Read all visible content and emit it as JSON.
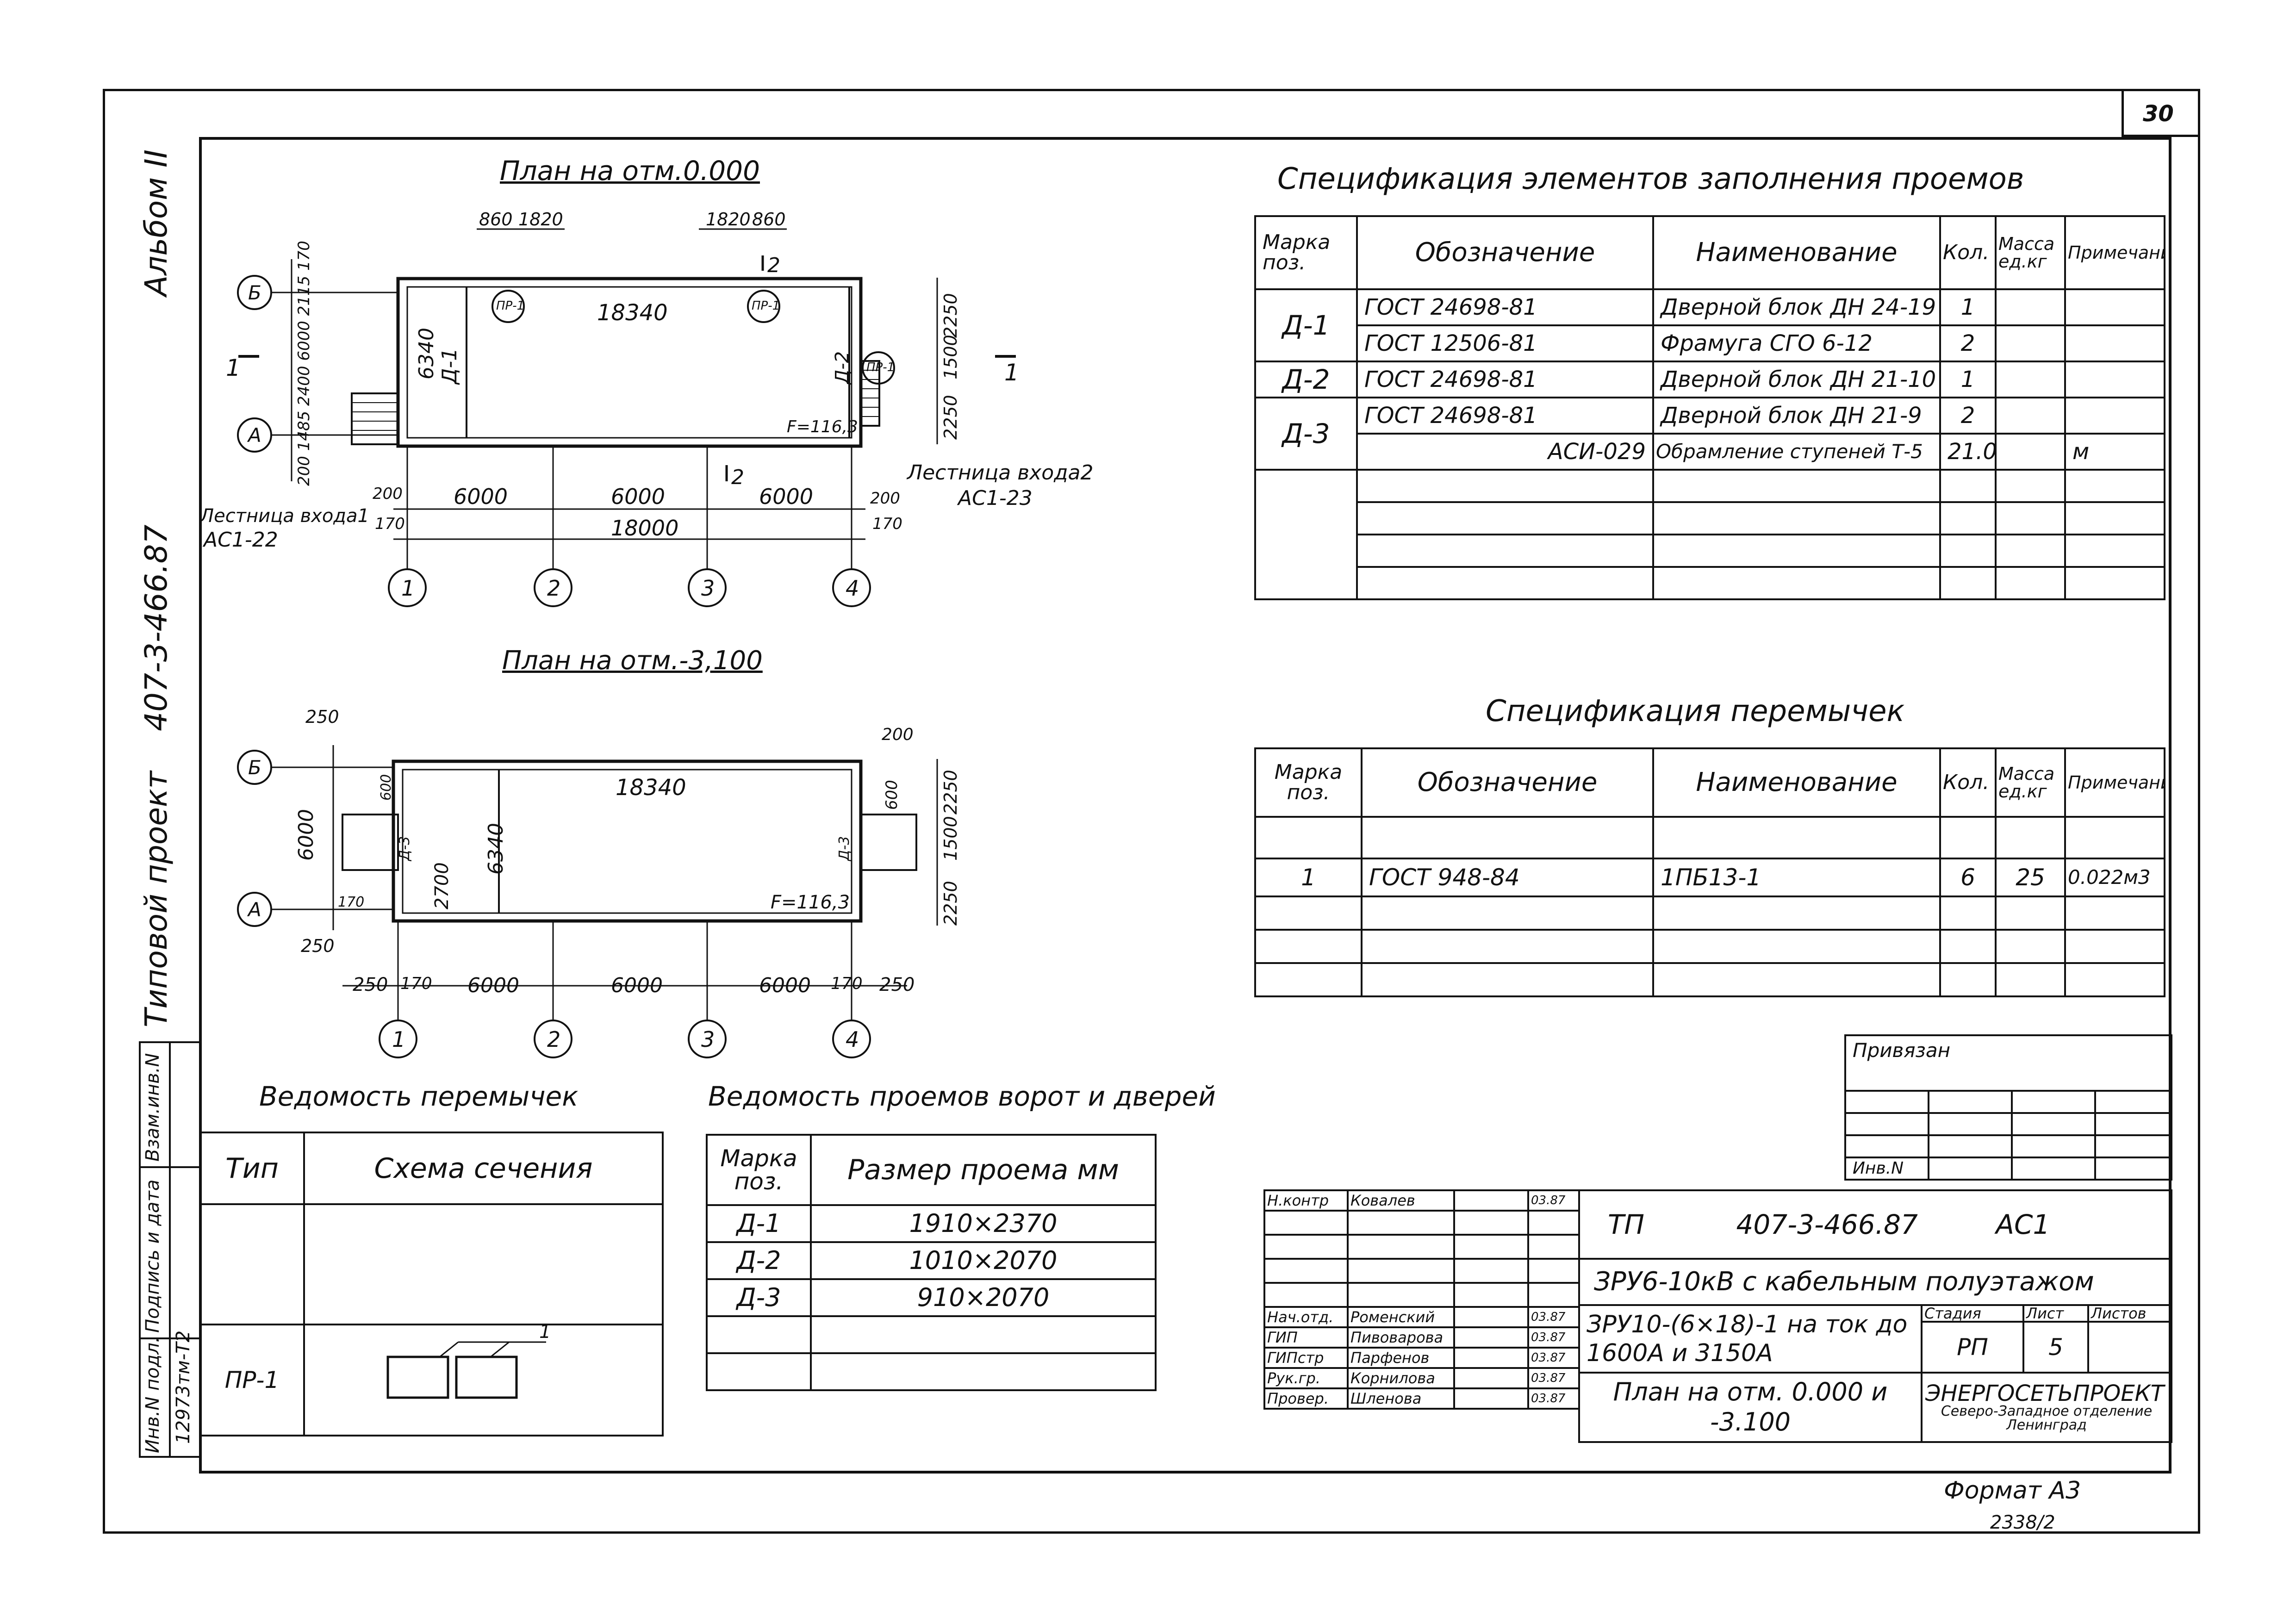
{
  "sheet_number": "30",
  "side": {
    "album": "Альбом II",
    "project_code": "407-3-466.87",
    "project_type": "Типовой проект",
    "stamp_labels": [
      "Инв.N подл.",
      "Подпись и дата",
      "Взам.инв.N"
    ],
    "inv_number": "12973тм-Т2"
  },
  "plan1": {
    "title": "План на отм.0.000",
    "dims": {
      "d860a": "860",
      "d1820a": "1820",
      "d1820b": "1820",
      "d860b": "860",
      "d18340": "18340",
      "d6340": "6340",
      "d6000a": "6000",
      "d6000b": "6000",
      "d6000c": "6000",
      "d18000": "18000",
      "d200a": "200",
      "d200b": "200",
      "d170a": "170",
      "d170b": "170",
      "d2250a": "2250",
      "d1500": "1500",
      "d2250b": "2250",
      "dleft": "200 1485 2400 6000 2115 170",
      "f": "F=116,3"
    },
    "labels": {
      "d1": "Д-1",
      "d2": "Д-2",
      "pr1": "ПР-1",
      "pr2": "ПР-1",
      "pr3": "ПР-1",
      "sec1": "1",
      "sec2": "2",
      "axA": "А",
      "axB": "Б",
      "ax1": "1",
      "ax2": "2",
      "ax3": "3",
      "ax4": "4"
    },
    "stair1": "Лестница входа1",
    "stair1_code": "АС1-22",
    "stair2": "Лестница входа2",
    "stair2_code": "АС1-23"
  },
  "plan2": {
    "title": "План на отм.-3,100",
    "dims": {
      "d18340": "18340",
      "d6340": "6340",
      "d6000left": "6000",
      "d2700": "2700",
      "d250a": "250",
      "d250b": "250",
      "d250c": "250",
      "d250d": "250",
      "d170a": "170",
      "d170b": "170",
      "d170c": "170",
      "d6000a": "6000",
      "d6000b": "6000",
      "d6000c": "6000",
      "d200": "200",
      "d600a": "600",
      "d600b": "600",
      "d2250a": "2250",
      "d1500": "1500",
      "d2250b": "2250",
      "f": "F=116,3"
    },
    "labels": {
      "d3a": "Д-3",
      "d3b": "Д-3",
      "axA": "А",
      "axB": "Б",
      "ax1": "1",
      "ax2": "2",
      "ax3": "3",
      "ax4": "4"
    }
  },
  "spec_openings": {
    "title": "Спецификация элементов заполнения проемов",
    "headers": [
      "Марка поз.",
      "Обозначение",
      "Наименование",
      "Кол.",
      "Масса ед.кг",
      "Примечание"
    ],
    "rows": [
      {
        "mark": "Д-1",
        "designation": "ГОСТ 24698-81",
        "name": "Дверной блок ДН 24-19",
        "qty": "1",
        "mass": "",
        "note": ""
      },
      {
        "mark": "",
        "designation": "ГОСТ 12506-81",
        "name": "Фрамуга СГО 6-12",
        "qty": "2",
        "mass": "",
        "note": ""
      },
      {
        "mark": "Д-2",
        "designation": "ГОСТ 24698-81",
        "name": "Дверной блок ДН 21-10",
        "qty": "1",
        "mass": "",
        "note": ""
      },
      {
        "mark": "Д-3",
        "designation": "ГОСТ 24698-81",
        "name": "Дверной блок ДН 21-9",
        "qty": "2",
        "mass": "",
        "note": ""
      },
      {
        "mark": "",
        "designation": "АСИ-029",
        "name": "Обрамление ступеней Т-5",
        "qty": "21.0",
        "mass": "",
        "note": "м"
      }
    ]
  },
  "spec_lintels": {
    "title": "Спецификация перемычек",
    "headers": [
      "Марка поз.",
      "Обозначение",
      "Наименование",
      "Кол.",
      "Масса ед.кг",
      "Примечание"
    ],
    "rows": [
      {
        "mark": "1",
        "designation": "ГОСТ 948-84",
        "name": "1ПБ13-1",
        "qty": "6",
        "mass": "25",
        "note": "0.022м3"
      }
    ]
  },
  "lintel_list": {
    "title": "Ведомость перемычек",
    "headers": [
      "Тип",
      "Схема сечения"
    ],
    "row_type": "ПР-1",
    "callout": "1"
  },
  "openings_list": {
    "title": "Ведомость проемов ворот и дверей",
    "headers": [
      "Марка поз.",
      "Размер проема мм"
    ],
    "rows": [
      {
        "mark": "Д-1",
        "size": "1910×2370"
      },
      {
        "mark": "Д-2",
        "size": "1010×2070"
      },
      {
        "mark": "Д-3",
        "size": "910×2070"
      }
    ]
  },
  "binding": {
    "title": "Привязан",
    "inv": "Инв.N"
  },
  "title_block": {
    "tp": "ТП",
    "code": "407-3-466.87",
    "sheet_code": "АС1",
    "project_name": "ЗРУ6-10кВ с кабельным полуэтажом",
    "object_name": "ЗРУ10-(6×18)-1 на ток до 1600А и 3150А",
    "sheet_name": "План на отм. 0.000 и -3.100",
    "stage_label": "Стадия",
    "sheet_label": "Лист",
    "sheets_label": "Листов",
    "stage": "РП",
    "sheet": "5",
    "org": "ЭНЕРГОСЕТЬПРОЕКТ",
    "org_sub": "Северо-Западное отделение Ленинград",
    "people": [
      {
        "role": "Н.контр",
        "name": "Ковалев",
        "date": "03.87"
      },
      {
        "role": "Нач.отд.",
        "name": "Роменский",
        "date": "03.87"
      },
      {
        "role": "ГИП",
        "name": "Пивоварова",
        "date": "03.87"
      },
      {
        "role": "ГИПстр",
        "name": "Парфенов",
        "date": "03.87"
      },
      {
        "role": "Рук.гр.",
        "name": "Корнилова",
        "date": "03.87"
      },
      {
        "role": "Провер.",
        "name": "Шленова",
        "date": "03.87"
      }
    ]
  },
  "format": "Формат А3",
  "archive": "2338/2"
}
